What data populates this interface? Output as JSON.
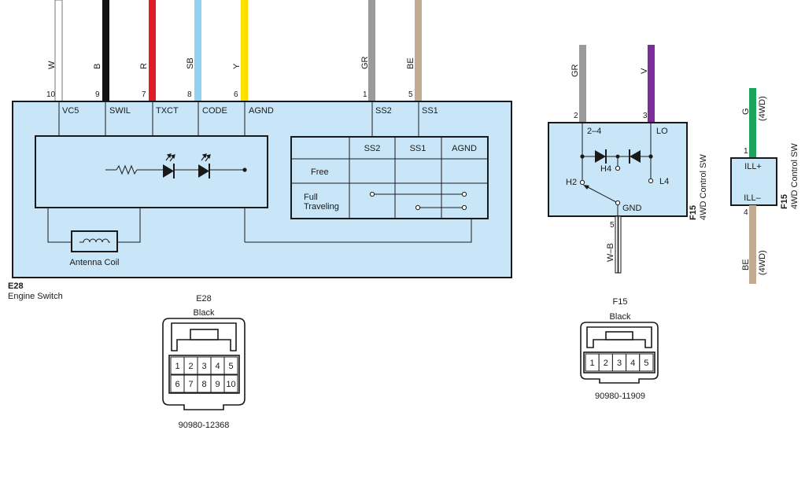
{
  "e28": {
    "code": "E28",
    "name": "Engine Switch",
    "wires": [
      {
        "color_code": "W",
        "pin": "10",
        "terminal": "VC5",
        "hex": "#ffffff"
      },
      {
        "color_code": "B",
        "pin": "9",
        "terminal": "SWIL",
        "hex": "#111111"
      },
      {
        "color_code": "R",
        "pin": "7",
        "terminal": "TXCT",
        "hex": "#e01b24"
      },
      {
        "color_code": "SB",
        "pin": "8",
        "terminal": "CODE",
        "hex": "#8fd2f2"
      },
      {
        "color_code": "Y",
        "pin": "6",
        "terminal": "AGND",
        "hex": "#ffe000"
      },
      {
        "color_code": "GR",
        "pin": "1",
        "terminal": "SS2",
        "hex": "#9a9a9a"
      },
      {
        "color_code": "BE",
        "pin": "5",
        "terminal": "SS1",
        "hex": "#c2aa92"
      }
    ],
    "antenna_label": "Antenna Coil",
    "table": {
      "headers": [
        "SS2",
        "SS1",
        "AGND"
      ],
      "rows": [
        "Free",
        "Full Traveling"
      ]
    },
    "connector": {
      "code": "E28",
      "color": "Black",
      "part_number": "90980-12368",
      "pins_top": [
        "1",
        "2",
        "3",
        "4",
        "5"
      ],
      "pins_bottom": [
        "6",
        "7",
        "8",
        "9",
        "10"
      ]
    }
  },
  "f15_main": {
    "code": "F15",
    "name": "4WD Control SW",
    "wires_top": [
      {
        "color_code": "GR",
        "pin": "2",
        "terminal": "2–4",
        "hex": "#9a9a9a"
      },
      {
        "color_code": "V",
        "pin": "3",
        "terminal": "LO",
        "hex": "#7b2d99"
      }
    ],
    "terminals": {
      "h2": "H2",
      "h4": "H4",
      "l4": "L4",
      "gnd": "GND"
    },
    "wire_bottom": {
      "color_code": "W–B",
      "pin": "5"
    },
    "connector": {
      "code": "F15",
      "color": "Black",
      "part_number": "90980-11909",
      "pins": [
        "1",
        "2",
        "3",
        "4",
        "5"
      ]
    }
  },
  "f15_ill": {
    "code": "F15",
    "name": "4WD Control SW",
    "wire_top": {
      "color_code": "G",
      "sub": "(4WD)",
      "pin": "1",
      "terminal": "ILL+",
      "hex": "#1aa55a"
    },
    "wire_bottom": {
      "color_code": "BE",
      "sub": "(4WD)",
      "pin": "4",
      "terminal": "ILL–",
      "hex": "#c2aa92"
    }
  }
}
